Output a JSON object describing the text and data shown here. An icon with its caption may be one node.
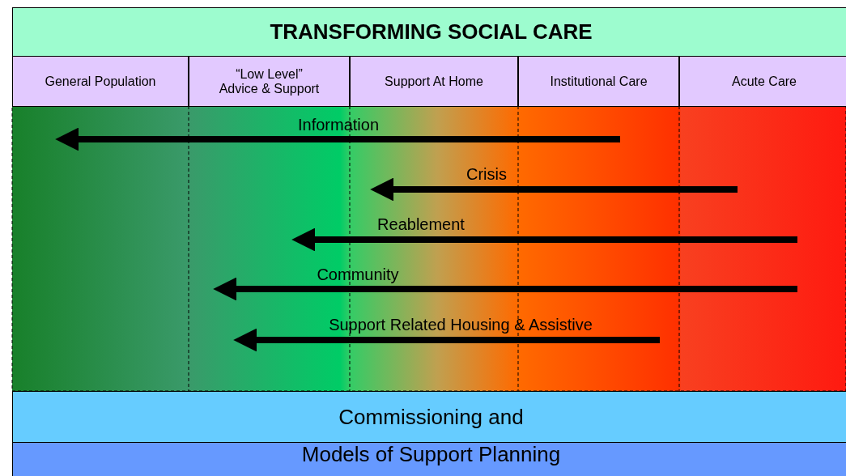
{
  "diagram": {
    "title": "TRANSFORMING SOCIAL CARE",
    "nodes": [
      {
        "text": [
          "General Population"
        ]
      },
      {
        "text": [
          "“Low Level” Advice & Support"
        ]
      },
      {
        "text": [
          "Support At Home"
        ]
      },
      {
        "text": [
          "Institutional Care"
        ]
      },
      {
        "text": [
          "Acute Care"
        ]
      },
      {
        "text": [
          "Commissioning and"
        ]
      },
      {
        "text": [
          "Models of Support Planning"
        ]
      }
    ],
    "labels": [
      "Information",
      "Crisis",
      "Reablement",
      "Community",
      "Support Related Housing & Assistive"
    ]
  }
}
